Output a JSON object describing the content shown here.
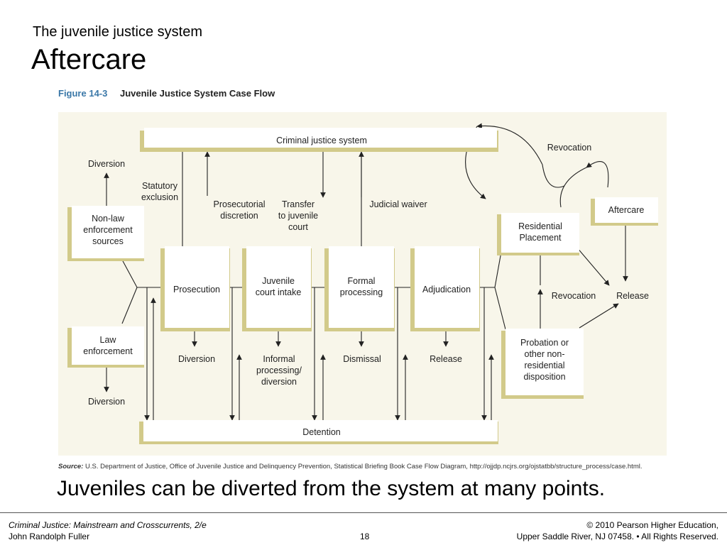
{
  "header": {
    "subtitle": "The juvenile justice system",
    "title": "Aftercare"
  },
  "figure": {
    "number": "Figure 14-3",
    "title": "Juvenile Justice System Case Flow",
    "nodes": {
      "criminal_justice_system": [
        "Criminal justice system"
      ],
      "non_law_enforcement": [
        "Non-law",
        "enforcement",
        "sources"
      ],
      "law_enforcement": [
        "Law",
        "enforcement"
      ],
      "prosecution": [
        "Prosecution"
      ],
      "juvenile_court_intake": [
        "Juvenile",
        "court intake"
      ],
      "formal_processing": [
        "Formal",
        "processing"
      ],
      "adjudication": [
        "Adjudication"
      ],
      "residential_placement": [
        "Residential",
        "Placement"
      ],
      "aftercare": [
        "Aftercare"
      ],
      "probation": [
        "Probation or",
        "other non-",
        "residential",
        "disposition"
      ],
      "detention": [
        "Detention"
      ]
    },
    "labels": {
      "diversion_top": [
        "Diversion"
      ],
      "diversion_bottom": [
        "Diversion"
      ],
      "statutory_exclusion": [
        "Statutory",
        "exclusion"
      ],
      "prosecutorial_discretion": [
        "Prosecutorial",
        "discretion"
      ],
      "transfer": [
        "Transfer",
        "to juvenile",
        "court"
      ],
      "judicial_waiver": [
        "Judicial waiver"
      ],
      "diversion_prosecution": [
        "Diversion"
      ],
      "informal_processing": [
        "Informal",
        "processing/",
        "diversion"
      ],
      "dismissal": [
        "Dismissal"
      ],
      "release_adjudication": [
        "Release"
      ],
      "revocation_top": [
        "Revocation"
      ],
      "revocation_mid": [
        "Revocation"
      ],
      "release_right": [
        "Release"
      ]
    },
    "source_label": "Source:",
    "source_text": "U.S. Department of Justice, Office of Juvenile Justice and Delinquency Prevention, Statistical Briefing Book Case Flow Diagram, http://ojjdp.ncjrs.org/ojstatbb/structure_process/case.html."
  },
  "caption": "Juveniles can be diverted from the system at many points.",
  "footer": {
    "book": "Criminal Justice: Mainstream and Crosscurrents, 2/e",
    "author": "John Randolph Fuller",
    "page": "18",
    "copyright1": "© 2010 Pearson Higher Education,",
    "copyright2": "Upper Saddle River, NJ 07458. • All Rights Reserved."
  },
  "colors": {
    "panel_bg": "#f8f6ea",
    "box_shadow": "#d2ca8a",
    "box_fill": "#ffffff",
    "line": "#222222",
    "figure_number": "#3b78a8"
  }
}
